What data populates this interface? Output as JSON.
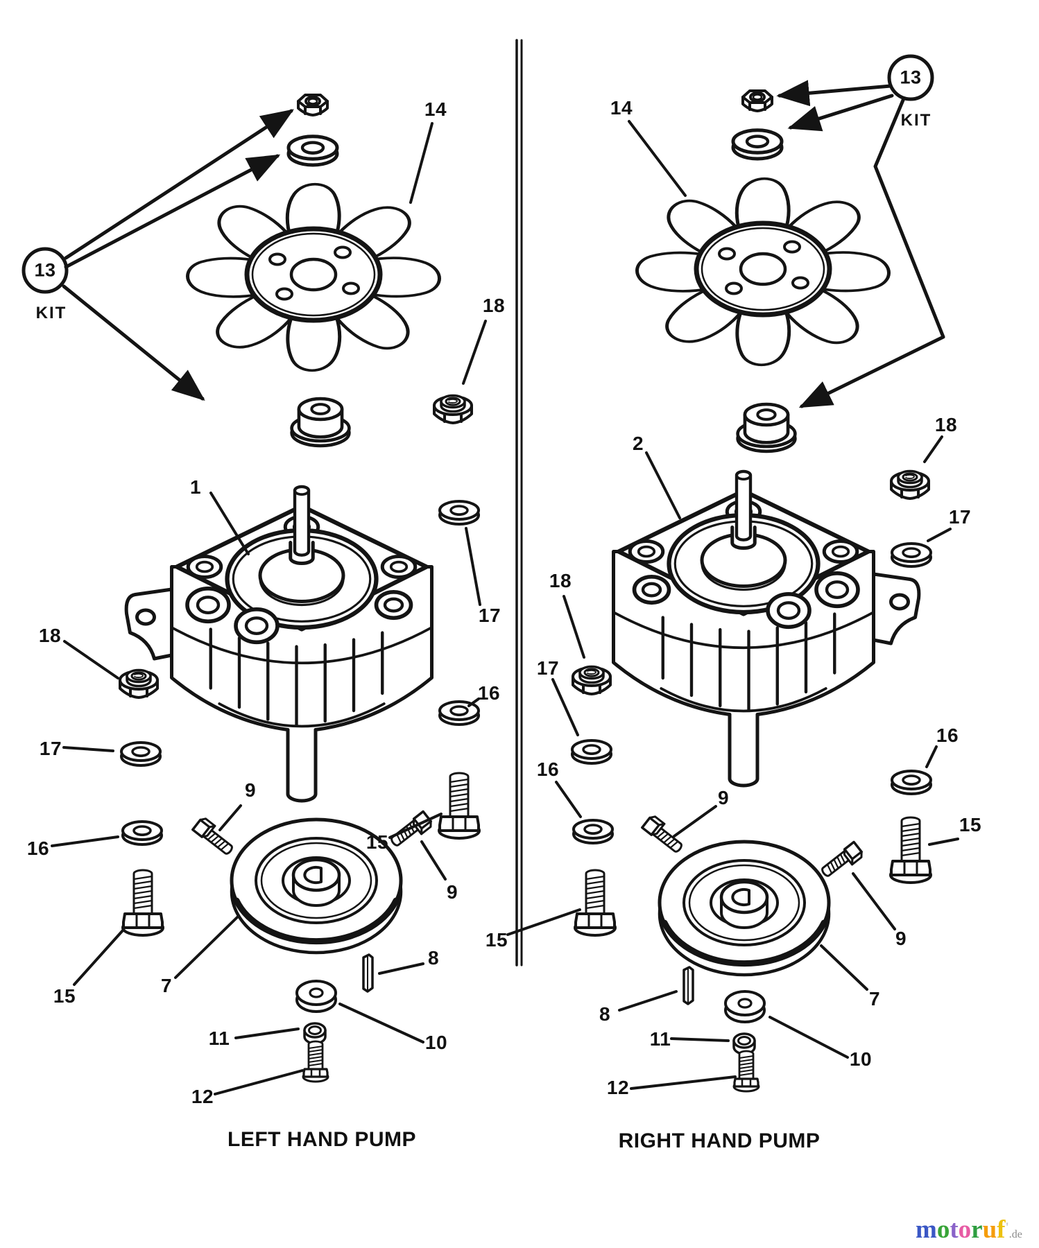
{
  "left": {
    "caption": "LEFT HAND PUMP",
    "kit_circle": "13",
    "kit_caption": "KIT",
    "callouts": {
      "c1": "1",
      "c7": "7",
      "c8": "8",
      "c9a": "9",
      "c9b": "9",
      "c10": "10",
      "c11": "11",
      "c12": "12",
      "c14": "14",
      "c15a": "15",
      "c15b": "15",
      "c16a": "16",
      "c16b": "16",
      "c17a": "17",
      "c17b": "17",
      "c18a": "18",
      "c18b": "18"
    }
  },
  "right": {
    "caption": "RIGHT HAND PUMP",
    "kit_circle": "13",
    "kit_caption": "KIT",
    "callouts": {
      "c2": "2",
      "c7": "7",
      "c8": "8",
      "c9a": "9",
      "c9b": "9",
      "c10": "10",
      "c11": "11",
      "c12": "12",
      "c14": "14",
      "c15a": "15",
      "c15b": "15",
      "c16a": "16",
      "c16b": "16",
      "c17a": "17",
      "c17b": "17",
      "c18a": "18",
      "c18b": "18"
    }
  },
  "logo": {
    "letters": [
      {
        "ch": "m",
        "style": "color:#3A57C5"
      },
      {
        "ch": "o",
        "style": "color:#38A438"
      },
      {
        "ch": "t",
        "style": "color:#8A63C9"
      },
      {
        "ch": "o",
        "style": "color:#E75BA4"
      },
      {
        "ch": "r",
        "style": "color:#2E9E40"
      },
      {
        "ch": "u",
        "style": "color:#F59D0C"
      },
      {
        "ch": "f",
        "style": "color:#EDC10E"
      }
    ],
    "tick": {
      "ch": "'",
      "style": "color:#c9c9c9"
    },
    "suffix": ".de"
  },
  "colors": {
    "ink": "#141414",
    "paper": "#ffffff",
    "logo_suffix": "#8C8C8C"
  }
}
